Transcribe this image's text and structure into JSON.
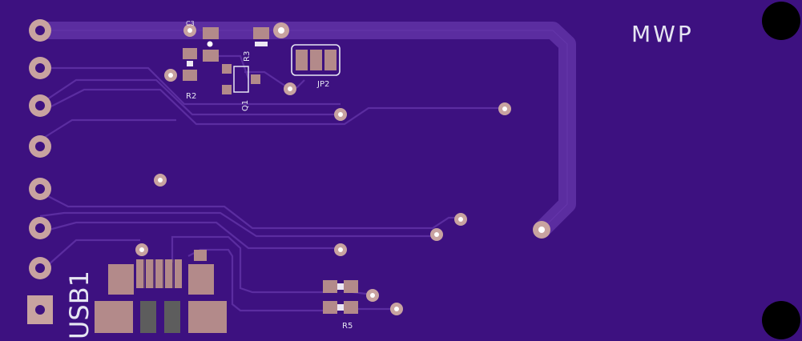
{
  "board": {
    "colors": {
      "substrate": "#3d1180",
      "trace": "#5b2da0",
      "trace_edge": "#6a3cb0",
      "pad": "#b38a8a",
      "pad_edge": "#8d6767",
      "via_ring": "#c8a3a0",
      "via_hole": "#ffffff",
      "silkscreen": "#e6e6f2",
      "mount_hole": "#000000",
      "dark_pad": "#5d5d5d"
    },
    "labels": {
      "brand": "MWP",
      "usb": "USB1",
      "r2": "R2",
      "r3": "R3",
      "r5": "R5",
      "q1": "Q1",
      "jp2": "JP2",
      "c_small": "C3"
    }
  }
}
